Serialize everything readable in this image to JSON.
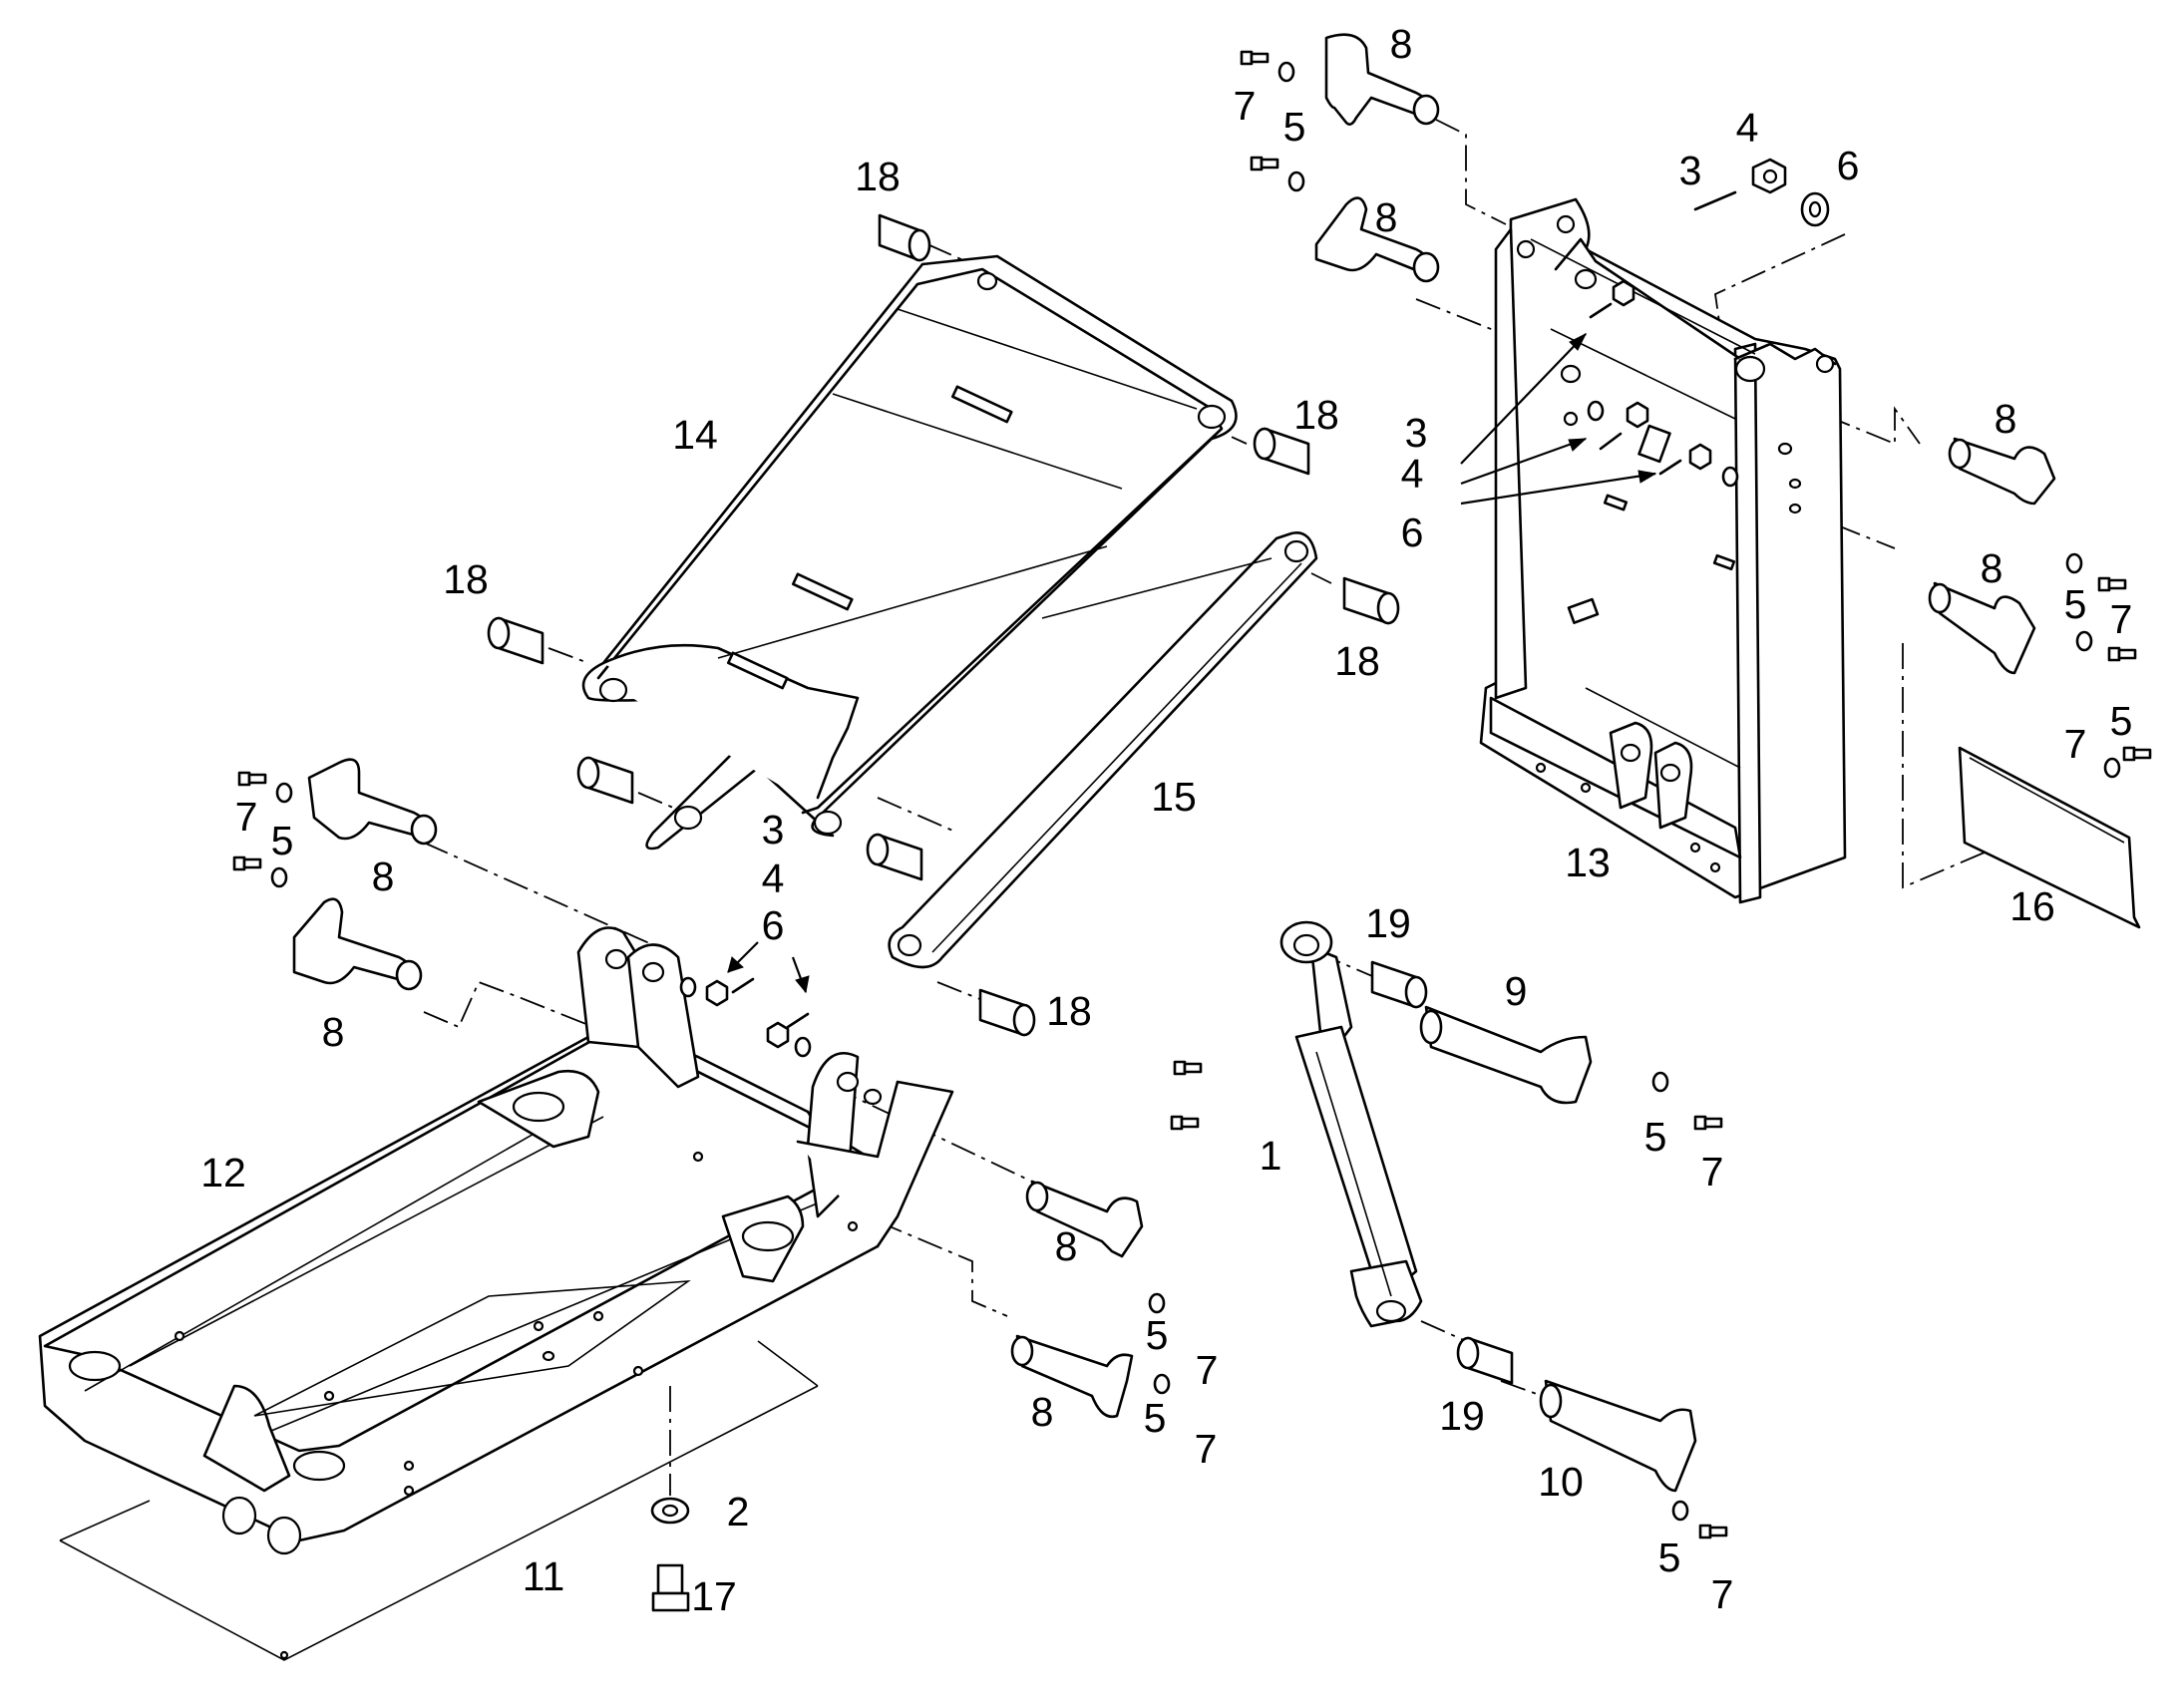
{
  "diagram": {
    "type": "exploded parts view",
    "colors": {
      "line": "#000000",
      "background": "#ffffff"
    },
    "parts": [
      {
        "id": "cylinder",
        "callout": "1"
      },
      {
        "id": "bottom-plate",
        "callout": "11"
      },
      {
        "id": "base-frame",
        "callout": "12"
      },
      {
        "id": "tower-frame",
        "callout": "13"
      },
      {
        "id": "lift-arm",
        "callout": "14"
      },
      {
        "id": "link-arm",
        "callout": "15"
      },
      {
        "id": "side-plate",
        "callout": "16"
      },
      {
        "id": "washer",
        "callout": "2"
      },
      {
        "id": "bolt",
        "callout": "17"
      },
      {
        "id": "pin-9",
        "callout": "9"
      },
      {
        "id": "pin-10",
        "callout": "10"
      },
      {
        "id": "bushing-18",
        "callout": "18"
      },
      {
        "id": "bushing-19",
        "callout": "19"
      },
      {
        "id": "pin-8",
        "callout": "8"
      },
      {
        "id": "cotter-pin",
        "callout": "3"
      },
      {
        "id": "nut",
        "callout": "4"
      },
      {
        "id": "lock-washer",
        "callout": "5"
      },
      {
        "id": "washer-6",
        "callout": "6"
      },
      {
        "id": "screw",
        "callout": "7"
      }
    ],
    "labels": [
      "8",
      "7",
      "5",
      "4",
      "3",
      "6",
      "8",
      "18",
      "18",
      "14",
      "18",
      "18",
      "3",
      "4",
      "6",
      "8",
      "8",
      "5",
      "7",
      "5",
      "7",
      "7",
      "5",
      "8",
      "8",
      "3",
      "4",
      "6",
      "15",
      "13",
      "16",
      "19",
      "9",
      "18",
      "12",
      "1",
      "8",
      "5",
      "7",
      "5",
      "7",
      "8",
      "5",
      "7",
      "19",
      "10",
      "2",
      "11",
      "17",
      "5",
      "7"
    ]
  }
}
